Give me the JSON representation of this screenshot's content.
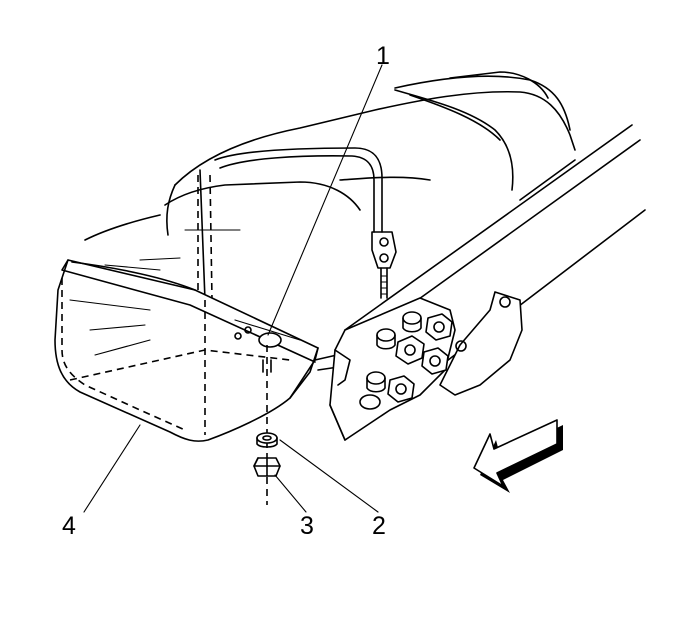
{
  "callouts": {
    "c1": "1",
    "c2": "2",
    "c3": "3",
    "c4": "4"
  },
  "colors": {
    "line": "#000000",
    "background": "#ffffff",
    "arrow_fill": "#ffffff"
  },
  "icons": {
    "direction_arrow": "front-direction-arrow-icon"
  }
}
